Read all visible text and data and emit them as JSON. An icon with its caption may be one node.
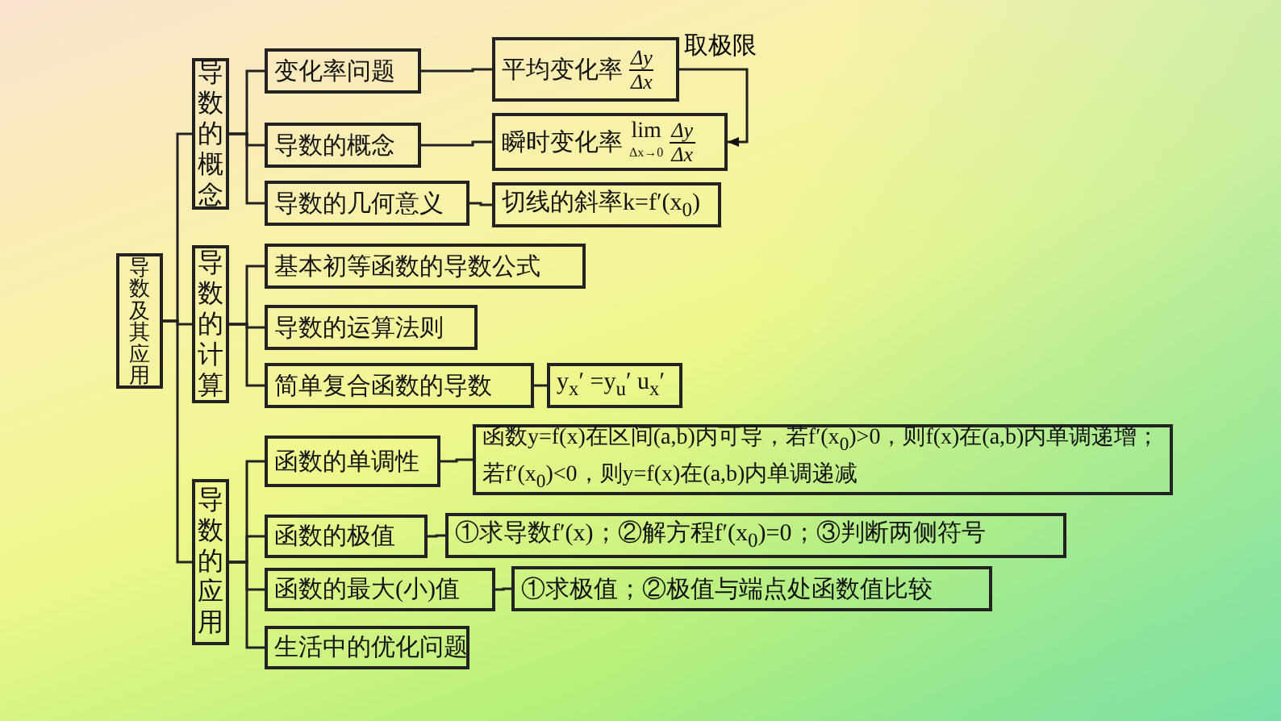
{
  "diagram": {
    "nodes": [
      {
        "text": [
          "导数及其应用"
        ]
      },
      {
        "text": [
          "导数的概念"
        ]
      },
      {
        "text": [
          "导数的计算"
        ]
      },
      {
        "text": [
          "导数的应用"
        ]
      },
      {
        "text": [
          "变化率问题"
        ]
      },
      {
        "text": [
          "导数的概念"
        ]
      },
      {
        "text": [
          "导数的几何意义"
        ]
      },
      {
        "text": [
          "基本初等函数的导数公式"
        ]
      },
      {
        "text": [
          "导数的运算法则"
        ]
      },
      {
        "text": [
          "简单复合函数的导数"
        ]
      },
      {
        "text": [
          "函数的单调性"
        ]
      },
      {
        "text": [
          "函数的极值"
        ]
      },
      {
        "text": [
          "函数的最大(小)值"
        ]
      },
      {
        "text": [
          "生活中的优化问题"
        ]
      },
      {
        "text": [
          "平均变化率",
          "Δy",
          "Δx"
        ]
      },
      {
        "text": [
          "瞬时变化率",
          "lim",
          "Δx→0",
          "Δy",
          "Δx"
        ]
      },
      {
        "text": [
          "切线的斜率k=f′(x$_{0}$)"
        ]
      },
      {
        "text": [
          "y$_{x}$′ =y$_{u}$′ u$_{x}$′"
        ]
      },
      {
        "text": [
          "函数y=f(x)在区间(a,b)内可导，若f′(x$_{0}$)>0，则f(x)在(a,b)内单调递增；若f′(x$_{0}$)<0，则y=f(x)在(a,b)内单调递减"
        ]
      },
      {
        "text": [
          "①求导数f′(x)；②解方程f′(x$_{0}$)=0；③判断两侧符号"
        ]
      },
      {
        "text": [
          "①求极值；②极值与端点处函数值比较"
        ]
      }
    ],
    "edges": [
      {
        "from": 0,
        "to": 1,
        "arrow": "none"
      },
      {
        "from": 0,
        "to": 2,
        "arrow": "none"
      },
      {
        "from": 0,
        "to": 3,
        "arrow": "none"
      },
      {
        "from": 1,
        "to": 4,
        "arrow": "none"
      },
      {
        "from": 1,
        "to": 5,
        "arrow": "none"
      },
      {
        "from": 1,
        "to": 6,
        "arrow": "none"
      },
      {
        "from": 2,
        "to": 7,
        "arrow": "none"
      },
      {
        "from": 2,
        "to": 8,
        "arrow": "none"
      },
      {
        "from": 2,
        "to": 9,
        "arrow": "none"
      },
      {
        "from": 3,
        "to": 10,
        "arrow": "none"
      },
      {
        "from": 3,
        "to": 11,
        "arrow": "none"
      },
      {
        "from": 3,
        "to": 12,
        "arrow": "none"
      },
      {
        "from": 3,
        "to": 13,
        "arrow": "none"
      },
      {
        "from": 4,
        "to": 14,
        "arrow": "none"
      },
      {
        "from": 5,
        "to": 15,
        "arrow": "none"
      },
      {
        "from": 6,
        "to": 16,
        "arrow": "none"
      },
      {
        "from": 9,
        "to": 17,
        "arrow": "none"
      },
      {
        "from": 10,
        "to": 18,
        "arrow": "none"
      },
      {
        "from": 11,
        "to": 19,
        "arrow": "none"
      },
      {
        "from": 12,
        "to": 20,
        "arrow": "none"
      },
      {
        "from": 14,
        "to": 15,
        "arrow": "to",
        "label": "取极限"
      }
    ]
  }
}
